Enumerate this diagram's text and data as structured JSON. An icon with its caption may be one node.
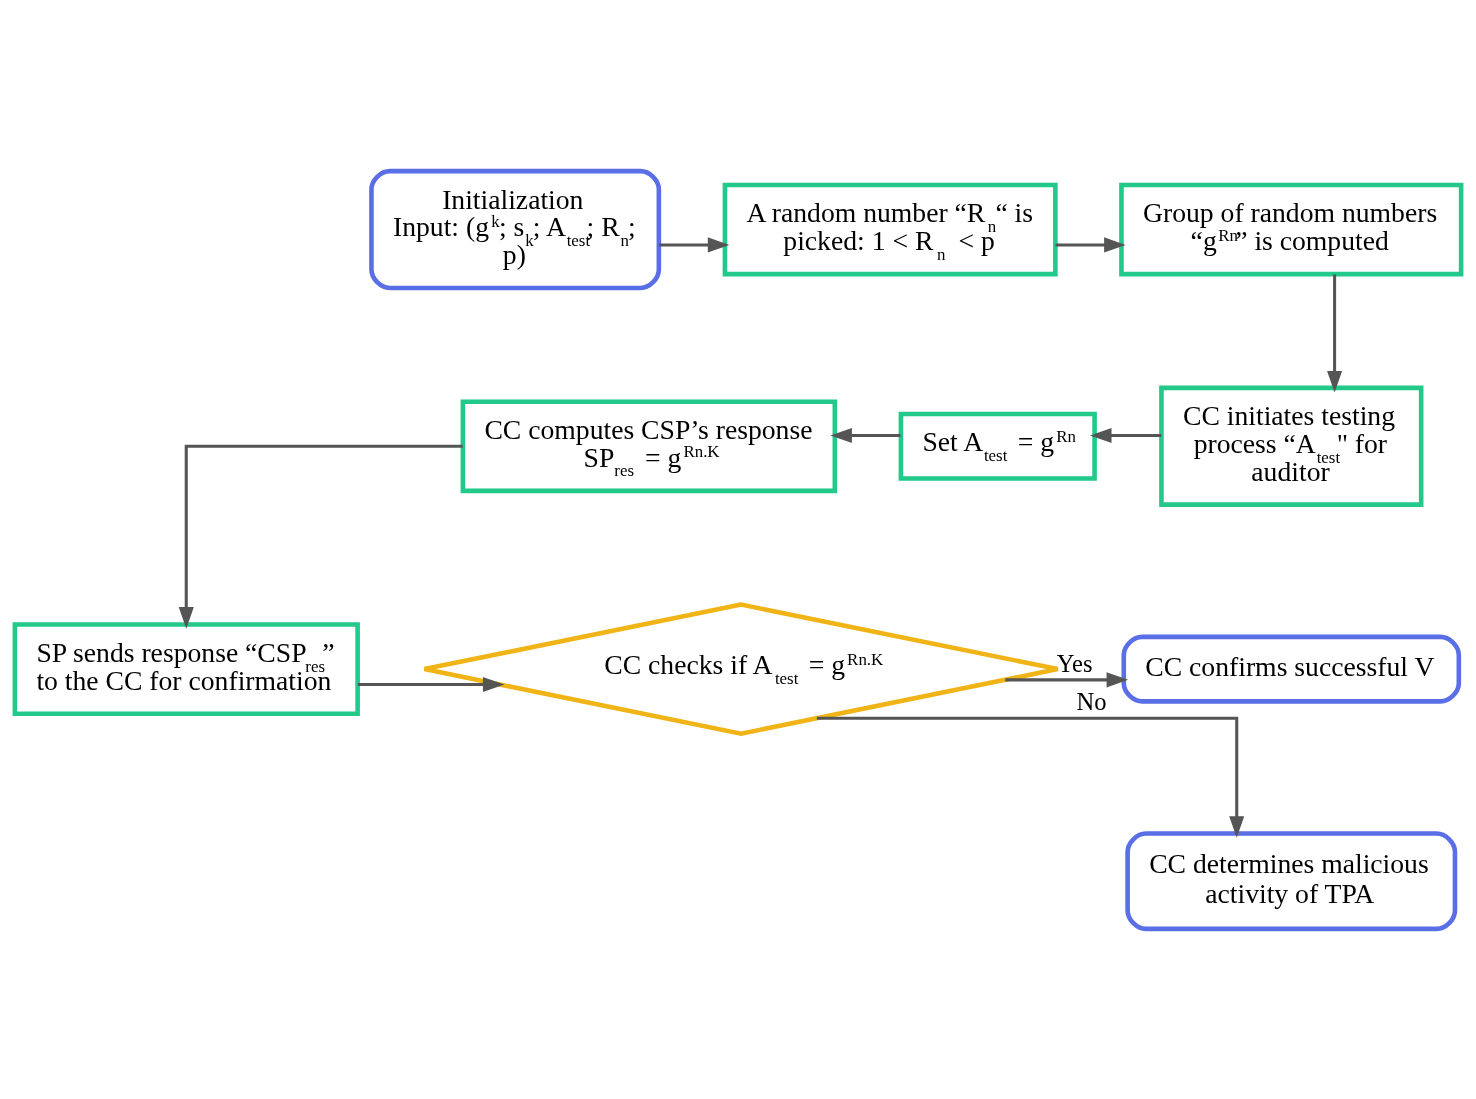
{
  "diagram": {
    "nodes": [
      {
        "text": [
          "Initialization",
          "Input: (g$^{k}$; s$_{k}$; A$_{test}$; R$_{n}$; p)"
        ]
      },
      {
        "text": [
          "A random number “R$_{n}$“ is picked: 1 < R$_{n}$ < p"
        ]
      },
      {
        "text": [
          "Group of random numbers “g$^{Rn}$” is computed"
        ]
      },
      {
        "text": [
          "CC initiates testing process “A$_{test}$\" for auditor"
        ]
      },
      {
        "text": [
          "Set A$_{test}$ = g$^{Rn}$"
        ]
      },
      {
        "text": [
          "CC computes CSP’s response SP$_{res}$ = g$^{Rn.K}$"
        ]
      },
      {
        "text": [
          "SP sends response “CSP$_{res}$” to the CC for confirmation"
        ]
      },
      {
        "text": [
          "CC checks if A$_{test}$ = g$^{Rn.K}$"
        ]
      },
      {
        "text": [
          "CC confirms successful V"
        ]
      },
      {
        "text": [
          "CC determines malicious activity of TPA"
        ]
      }
    ],
    "edges": [
      {
        "from": 0,
        "to": 1,
        "arrow": "to"
      },
      {
        "from": 1,
        "to": 2,
        "arrow": "to"
      },
      {
        "from": 2,
        "to": 3,
        "arrow": "to"
      },
      {
        "from": 3,
        "to": 4,
        "arrow": "to"
      },
      {
        "from": 4,
        "to": 5,
        "arrow": "to"
      },
      {
        "from": 5,
        "to": 6,
        "arrow": "to"
      },
      {
        "from": 6,
        "to": 7,
        "arrow": "to"
      },
      {
        "from": 7,
        "to": 8,
        "arrow": "to",
        "label": "Yes"
      },
      {
        "from": 7,
        "to": 9,
        "arrow": "to",
        "label": "No"
      }
    ]
  }
}
